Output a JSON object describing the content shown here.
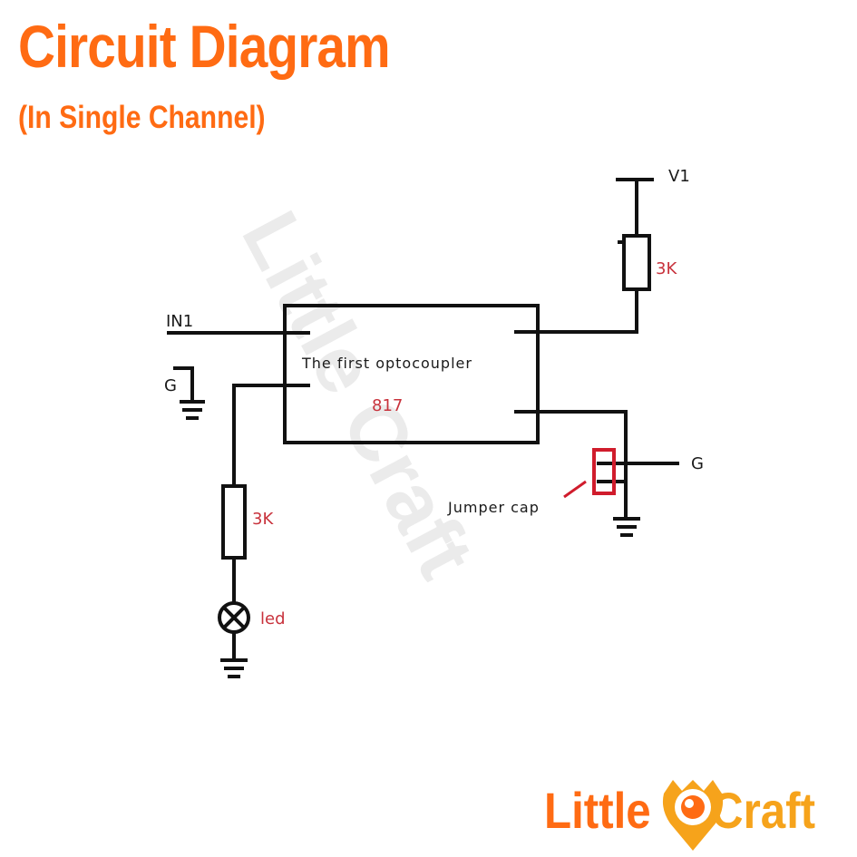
{
  "header": {
    "title": "Circuit Diagram",
    "subtitle": "(In Single Channel)"
  },
  "diagram": {
    "watermark": "Little Craft",
    "chip_name": "The first optocoupler",
    "chip_model": "817",
    "input_label": "IN1",
    "ground_label_left": "G",
    "resistor_left": "3K",
    "led_label": "led",
    "supply_label": "V1",
    "resistor_right": "3K",
    "output_ground_label": "G",
    "jumper_label": "Jumper cap"
  },
  "brand": {
    "left": "Little",
    "right": "Craft",
    "colors": {
      "orange": "#ff6b13",
      "gold": "#f6a31b"
    }
  }
}
